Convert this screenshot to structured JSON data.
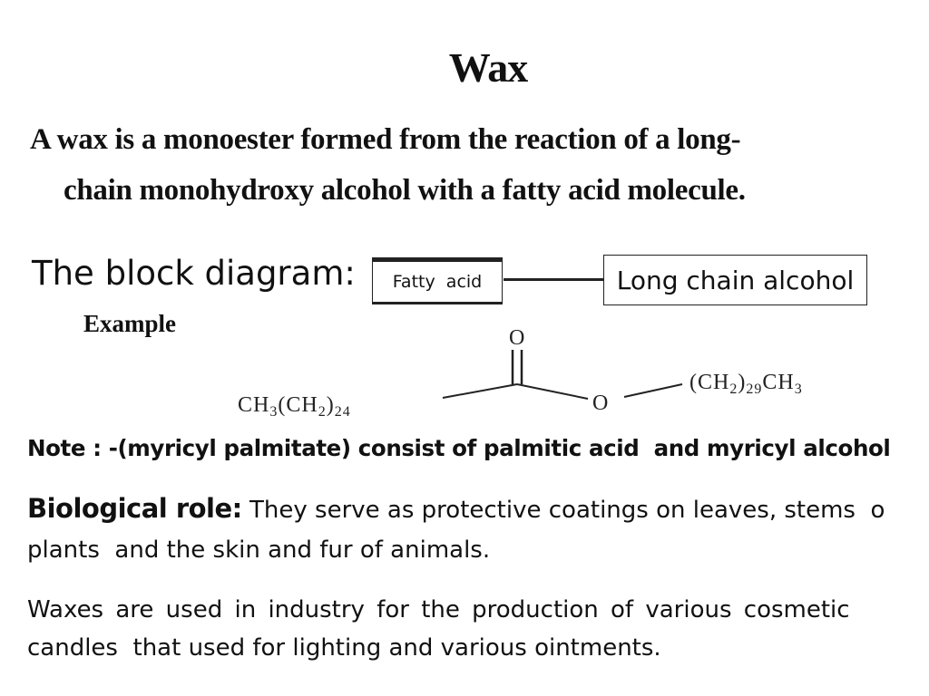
{
  "title": "Wax",
  "definition": {
    "line1": "A wax is a monoester formed from the reaction of a long-",
    "line2": "chain monohydroxy alcohol with a fatty acid molecule."
  },
  "block_diagram": {
    "label": "The block diagram:",
    "box_left": "Fatty  acid",
    "box_right": "Long chain alcohol"
  },
  "example": {
    "label": "Example",
    "structure": {
      "carbonyl_o": "O",
      "ester_o": "O",
      "left_group_main": "CH",
      "left_sub_1": "3",
      "left_mid": "(CH",
      "left_sub_2": "2",
      "left_close": ")",
      "left_sub_3": "24",
      "right_group_main": "(CH",
      "right_sub_1": "2",
      "right_close": ")",
      "right_sub_2": "29",
      "right_end": "CH",
      "right_sub_3": "3"
    }
  },
  "note": "Note : -(myricyl palmitate) consist of palmitic acid  and myricyl alcohol",
  "biological_role": {
    "label": "Biological role:",
    "text_line1": " They serve as protective coatings on leaves, stems  o",
    "text_line2": "plants  and the skin and fur of animals."
  },
  "industry": {
    "line1": "Waxes are used in industry for the production of various cosmetic",
    "line2": "candles  that used for lighting and various ointments."
  }
}
